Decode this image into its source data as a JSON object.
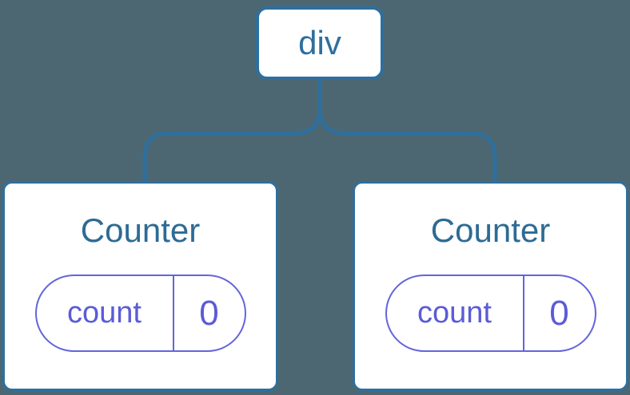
{
  "theme": {
    "bg": "#4C6772",
    "line": "#2E6F9E",
    "node_border": "#2E6F9E",
    "node_bg": "#FFFFFF",
    "root_text": "#2E6F9E",
    "title_text": "#2D6B94",
    "pill_border": "#6464DC",
    "pill_text": "#5B5BD8"
  },
  "tree": {
    "root": {
      "label": "div"
    },
    "children": [
      {
        "title": "Counter",
        "state": {
          "key": "count",
          "value": "0"
        }
      },
      {
        "title": "Counter",
        "state": {
          "key": "count",
          "value": "0"
        }
      }
    ]
  }
}
